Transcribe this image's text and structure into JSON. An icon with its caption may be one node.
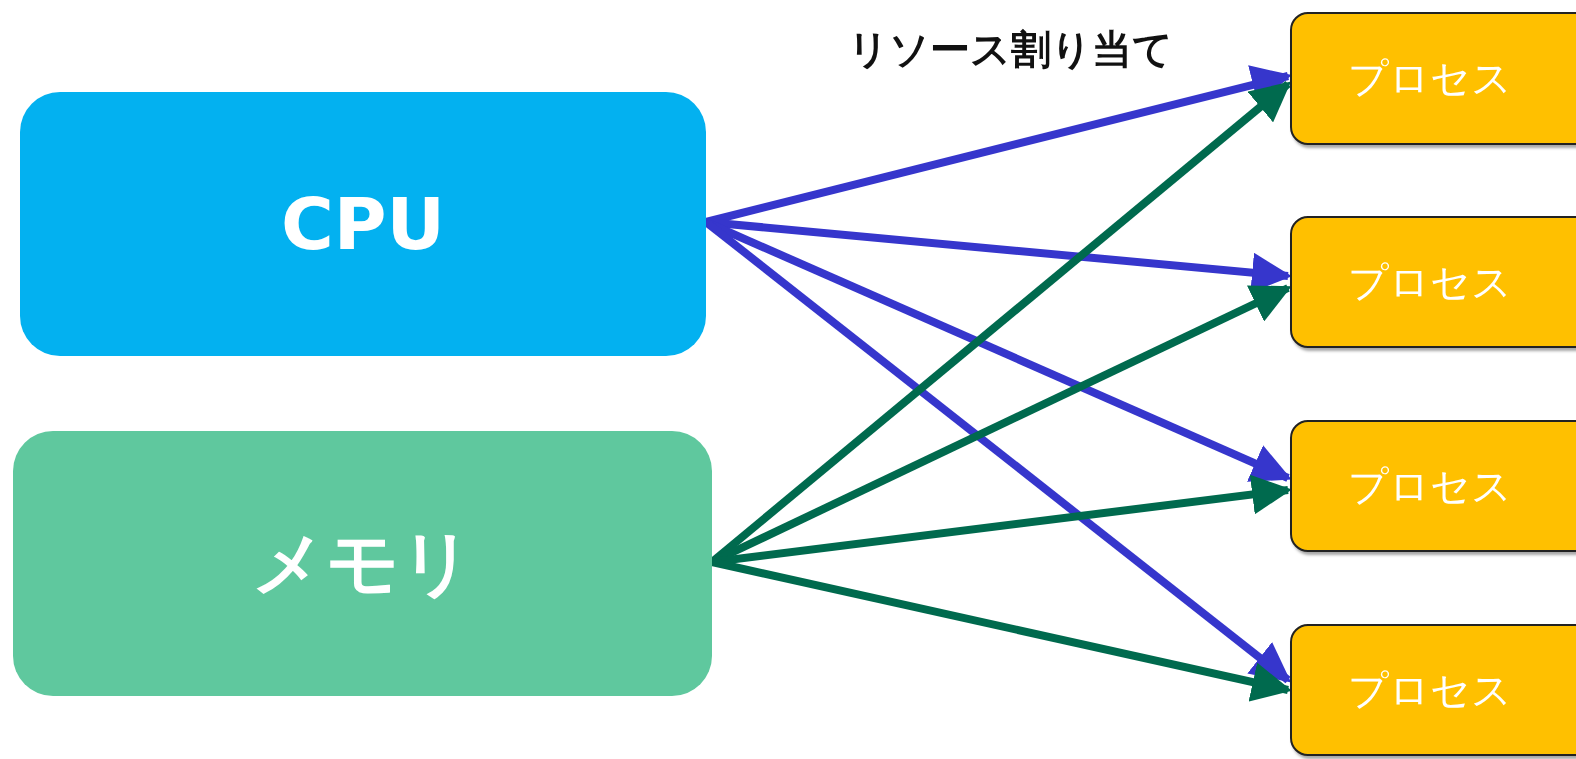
{
  "diagram": {
    "title": "リソース割り当て",
    "nodes": [
      {
        "text": [
          "CPU"
        ]
      },
      {
        "text": [
          "メモリ"
        ]
      },
      {
        "text": [
          "プロセス"
        ]
      },
      {
        "text": [
          "プロセス"
        ]
      },
      {
        "text": [
          "プロセス"
        ]
      },
      {
        "text": [
          "プロセス"
        ]
      }
    ],
    "edges": [
      {
        "from": 0,
        "to": 2,
        "arrow": "to",
        "color": "#3636cc"
      },
      {
        "from": 0,
        "to": 3,
        "arrow": "to",
        "color": "#3636cc"
      },
      {
        "from": 0,
        "to": 4,
        "arrow": "to",
        "color": "#3636cc"
      },
      {
        "from": 0,
        "to": 5,
        "arrow": "to",
        "color": "#3636cc"
      },
      {
        "from": 1,
        "to": 2,
        "arrow": "to",
        "color": "#006a4e"
      },
      {
        "from": 1,
        "to": 3,
        "arrow": "to",
        "color": "#006a4e"
      },
      {
        "from": 1,
        "to": 4,
        "arrow": "to",
        "color": "#006a4e"
      },
      {
        "from": 1,
        "to": 5,
        "arrow": "to",
        "color": "#006a4e"
      }
    ]
  }
}
